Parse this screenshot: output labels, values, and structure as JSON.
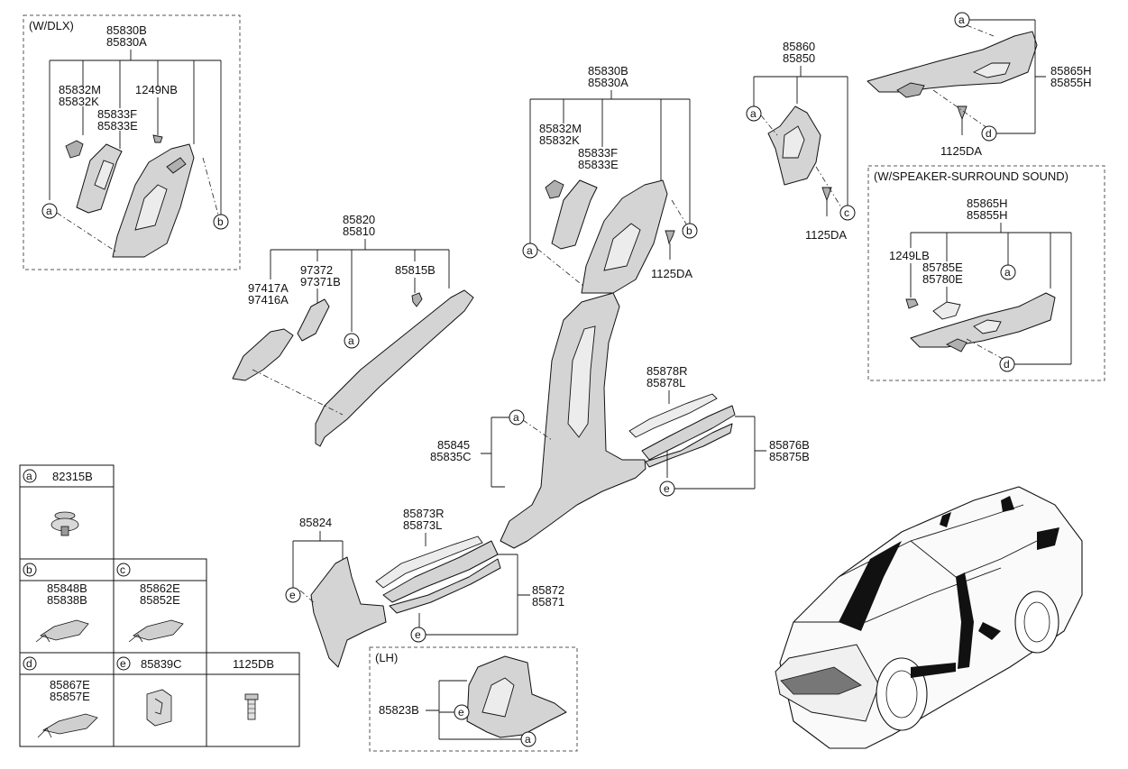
{
  "groups": {
    "dlx": {
      "title": "(W/DLX)",
      "parent": [
        "85830B",
        "85830A"
      ],
      "parts": [
        "85832M",
        "85832K",
        "85833F",
        "85833E",
        "1249NB"
      ]
    },
    "bpillar_upper": {
      "parent": [
        "85830B",
        "85830A"
      ],
      "parts": [
        "85832M",
        "85832K",
        "85833F",
        "85833E",
        "1125DA"
      ]
    },
    "cpillar": {
      "parent": [
        "85860",
        "85850"
      ],
      "parts": [
        "1125DA"
      ]
    },
    "dpillar": {
      "parent": [
        "85865H",
        "85855H"
      ],
      "parts": [
        "1125DA"
      ]
    },
    "speaker": {
      "title": "(W/SPEAKER-SURROUND SOUND)",
      "parent": [
        "85865H",
        "85855H"
      ],
      "parts": [
        "1249LB",
        "85785E",
        "85780E"
      ]
    },
    "apillar": {
      "parent": [
        "85820",
        "85810"
      ],
      "parts": [
        "97417A",
        "97416A",
        "97372",
        "97371B",
        "85815B"
      ]
    },
    "bpillar_lower": {
      "parent": [
        "85845",
        "85835C"
      ]
    },
    "scuff_rear": {
      "upper": [
        "85878R",
        "85878L"
      ],
      "parent": [
        "85876B",
        "85875B"
      ]
    },
    "kick": {
      "parent": [
        "85824"
      ]
    },
    "scuff_front": {
      "upper": [
        "85873R",
        "85873L"
      ],
      "parent": [
        "85872",
        "85871"
      ]
    },
    "lh": {
      "title": "(LH)",
      "parent": [
        "85823B"
      ]
    }
  },
  "callouts": [
    "a",
    "b",
    "c",
    "d",
    "e"
  ],
  "legend": {
    "a": {
      "label": "a",
      "part": [
        "82315B"
      ]
    },
    "b": {
      "label": "b",
      "part": [
        "85848B",
        "85838B"
      ]
    },
    "c": {
      "label": "c",
      "part": [
        "85862E",
        "85852E"
      ]
    },
    "d": {
      "label": "d",
      "part": [
        "85867E",
        "85857E"
      ]
    },
    "e": {
      "label": "e",
      "part": [
        "85839C"
      ]
    },
    "f": {
      "label": "",
      "part": [
        "1125DB"
      ]
    }
  }
}
